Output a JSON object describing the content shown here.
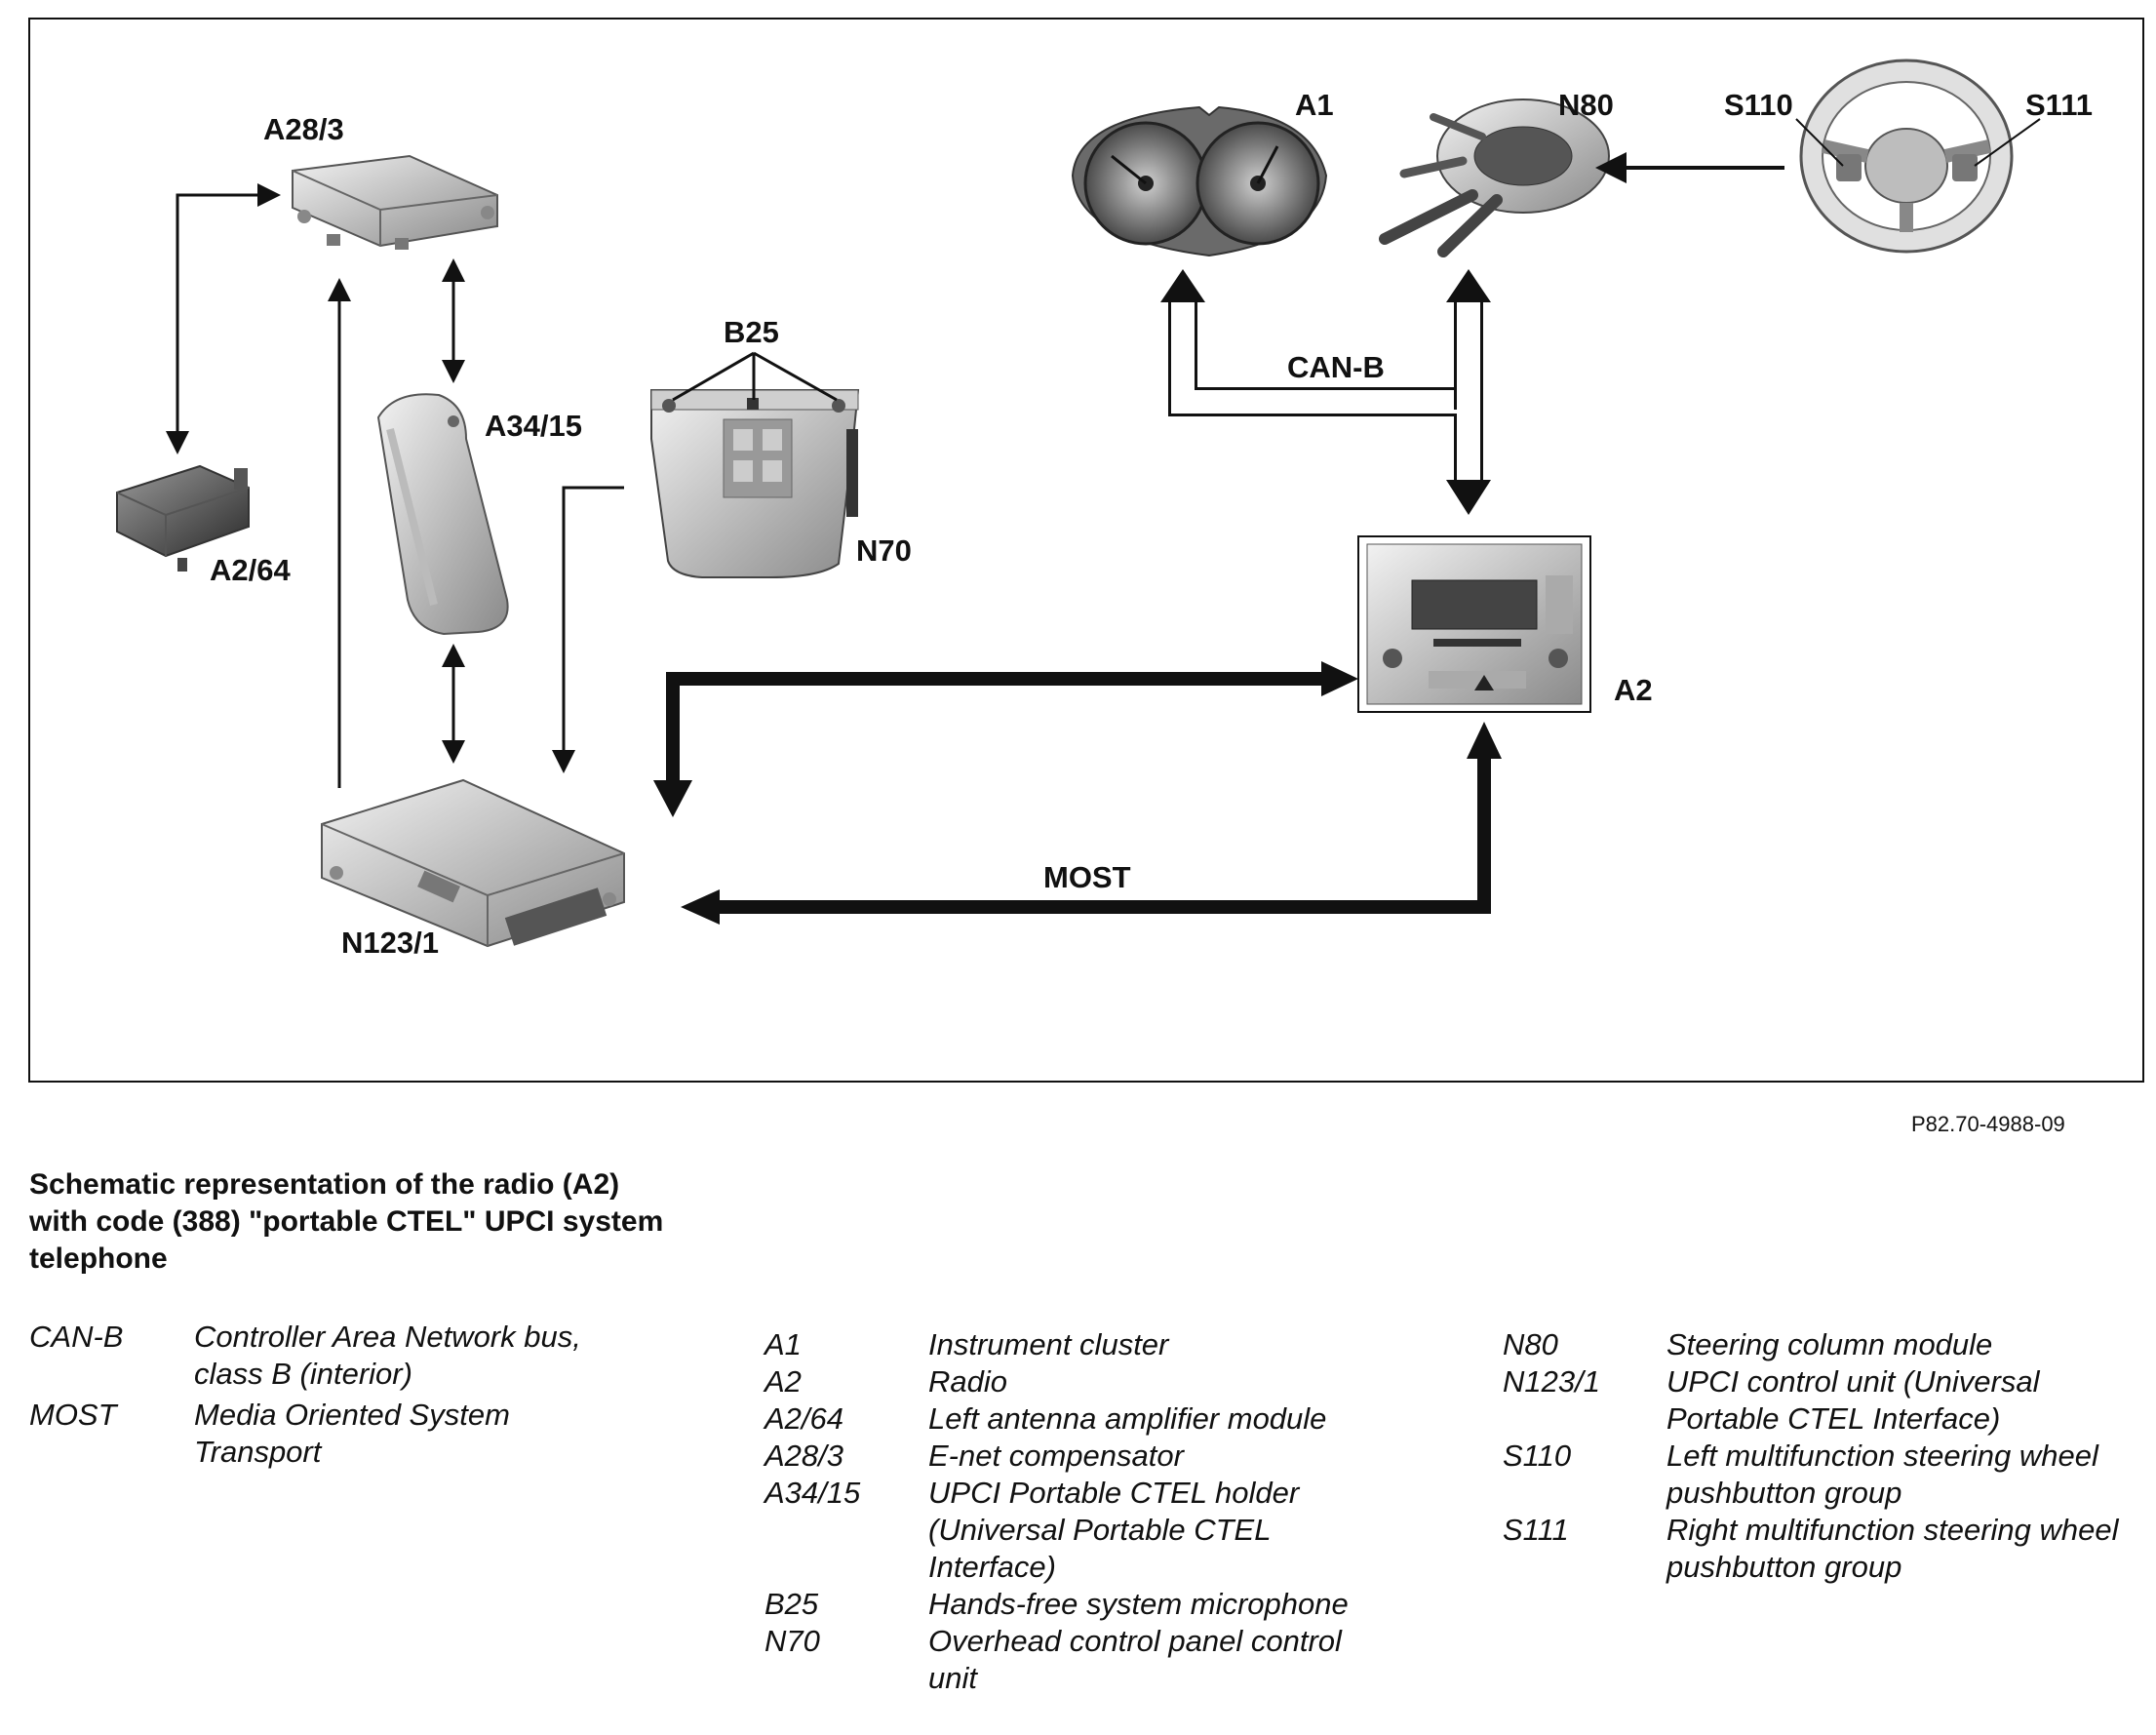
{
  "component_labels": {
    "a1": "A1",
    "n80": "N80",
    "s110": "S110",
    "s111": "S111",
    "a28_3": "A28/3",
    "b25": "B25",
    "a34_15": "A34/15",
    "a2_64": "A2/64",
    "n70": "N70",
    "a2": "A2",
    "n123_1": "N123/1"
  },
  "bus_labels": {
    "can_b": "CAN-B",
    "most": "MOST"
  },
  "figure_ref": "P82.70-4988-09",
  "caption": "Schematic representation of the radio (A2) with code (388) \"portable CTEL\" UPCI system telephone",
  "bus_legend": [
    {
      "code": "CAN-B",
      "desc": "Controller Area Network bus, class B (interior)"
    },
    {
      "code": "MOST",
      "desc": "Media Oriented System Transport"
    }
  ],
  "legend_col1": [
    {
      "code": "A1",
      "desc": "Instrument cluster"
    },
    {
      "code": "A2",
      "desc": "Radio"
    },
    {
      "code": "A2/64",
      "desc": "Left antenna amplifier module"
    },
    {
      "code": "A28/3",
      "desc": "E-net compensator"
    },
    {
      "code": "A34/15",
      "desc": "UPCI Portable CTEL holder (Universal Portable CTEL Interface)"
    },
    {
      "code": "B25",
      "desc": "Hands-free system microphone"
    },
    {
      "code": "N70",
      "desc": "Overhead control panel control unit"
    }
  ],
  "legend_col2": [
    {
      "code": "N80",
      "desc": "Steering column module"
    },
    {
      "code": "N123/1",
      "desc": "UPCI control unit (Universal Portable CTEL Interface)"
    },
    {
      "code": "S110",
      "desc": "Left multifunction steering wheel pushbutton group"
    },
    {
      "code": "S111",
      "desc": "Right multifunction steering wheel pushbutton group"
    }
  ]
}
